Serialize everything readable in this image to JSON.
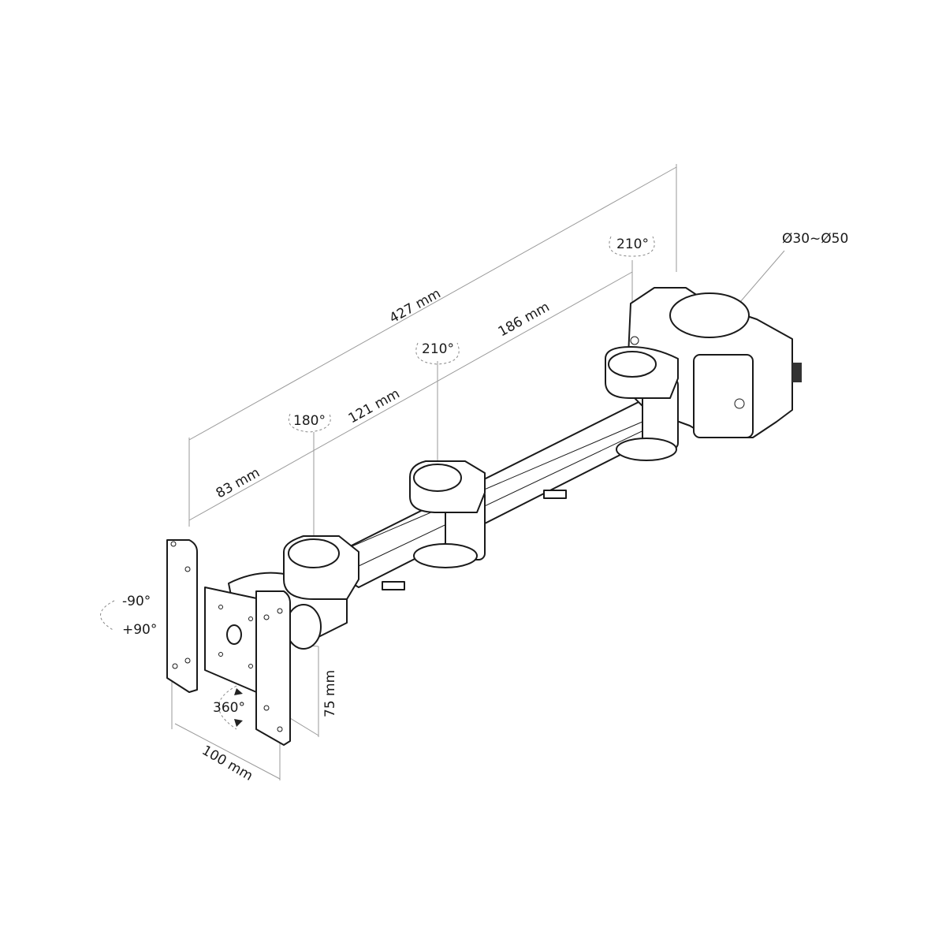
{
  "dimensions": {
    "total_length": "427 mm",
    "segment_1": "83 mm",
    "segment_2": "121 mm",
    "segment_3": "186 mm",
    "vesa_width": "100 mm",
    "vesa_height": "75 mm",
    "clamp_diameter": "Ø30~Ø50"
  },
  "rotations": {
    "joint_1": "180°",
    "joint_2": "210°",
    "joint_3": "210°",
    "tilt_minus": "-90°",
    "tilt_plus": "+90°",
    "swivel": "360°"
  }
}
